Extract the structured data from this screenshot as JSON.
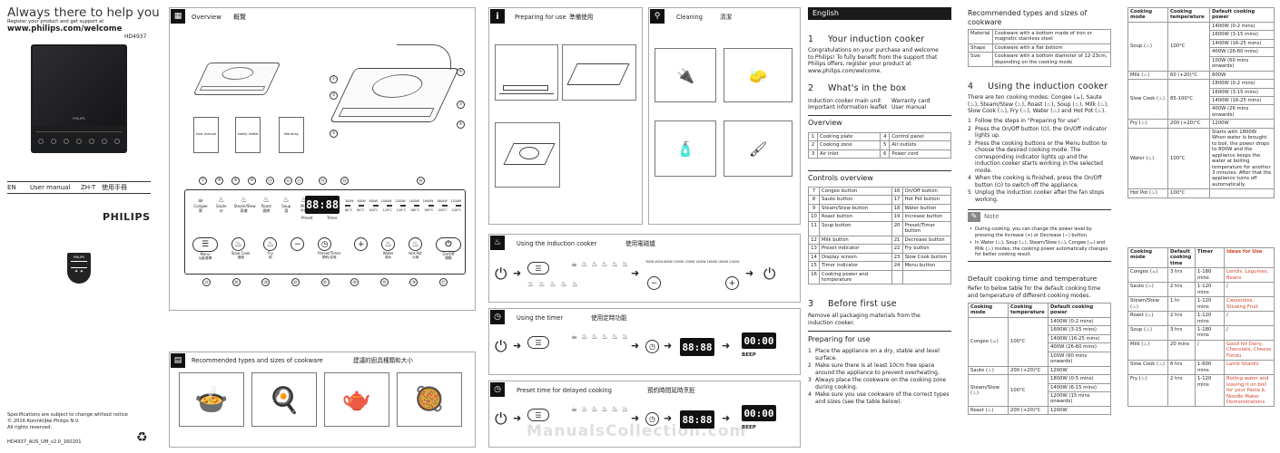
{
  "cover": {
    "headline": "Always there to help you",
    "register": "Register your product and get support at",
    "url": "www.philips.com/welcome",
    "model": "HD4937",
    "lang_en": "EN",
    "manual_en": "User manual",
    "lang_zh": "ZH-T",
    "manual_zh": "使用手冊",
    "brand": "PHILIPS",
    "shield_brand": "PHILIPS",
    "spec_note": "Specifications are subject to change without notice",
    "copyright": "© 2016 Koninklijke Philips N.V.",
    "rights": "All rights reserved.",
    "doc_code": "HD4937_AUS_UM_v2.0_160201",
    "cooktop_brand": "PHILIPS"
  },
  "overview": {
    "title": "Overview",
    "title_zh": "概覽",
    "leaflets": [
      "User manual",
      "Safety leaflet",
      "Warranty"
    ],
    "callouts": [
      "①",
      "②",
      "③",
      "④",
      "⑤",
      "⑥"
    ]
  },
  "preparing": {
    "title": "Preparing for use",
    "title_zh": "準備使用"
  },
  "cleaning": {
    "title": "Cleaning",
    "title_zh": "清潔"
  },
  "panel": {
    "top_nums": [
      "⑦",
      "⑧",
      "⑨",
      "⑩",
      "⑪",
      "⑫",
      "⑬",
      "⑭",
      "⑮",
      "⑯"
    ],
    "modes": [
      {
        "en": "Congee",
        "zh": "粥"
      },
      {
        "en": "Saute",
        "zh": "炒"
      },
      {
        "en": "Steam/Stew",
        "zh": "蒸燉"
      },
      {
        "en": "Roast",
        "zh": "燒烤"
      },
      {
        "en": "Soup",
        "zh": "湯"
      },
      {
        "en": "Milk",
        "zh": "牛奶"
      }
    ],
    "display": "88:88",
    "preset": "Preset",
    "timer": "Timer",
    "preset_zh": "預約",
    "timer_zh": "定時",
    "powers": [
      "300W",
      "400W",
      "800W",
      "1000W",
      "1200W",
      "1400W",
      "1600W",
      "1800W",
      "2100W"
    ],
    "temps": [
      "60°C",
      "80°C",
      "100°C",
      "120°C",
      "140°C",
      "160°C",
      "180°C",
      "200°C",
      "240°C"
    ],
    "buttons": [
      {
        "en": "Menu",
        "zh": "功能選擇"
      },
      {
        "en": "Slow Cook",
        "zh": "慢燉"
      },
      {
        "en": "Fry",
        "zh": "煎"
      },
      {
        "en": "",
        "zh": ""
      },
      {
        "en": "Preset/Timer",
        "zh": "預約/定時"
      },
      {
        "en": "",
        "zh": ""
      },
      {
        "en": "Water",
        "zh": "燒水"
      },
      {
        "en": "Hot Pot",
        "zh": "火鍋"
      },
      {
        "en": "On/Off",
        "zh": "開關"
      }
    ],
    "bottom_nums": [
      "㉓",
      "㉔",
      "㉕",
      "㉒",
      "㉑",
      "⑳",
      "⑲",
      "⑱",
      "⑰"
    ]
  },
  "using": {
    "title": "Using the induction cooker",
    "title_zh": "使用電磁爐"
  },
  "timer_sec": {
    "title": "Using the timer",
    "title_zh": "使用定時功能",
    "display": "00:00",
    "beep": "BEEP"
  },
  "preset_sec": {
    "title": "Preset time for delayed cooking",
    "title_zh": "預約時間延時烹飪",
    "display": "00:00",
    "beep": "BEEP"
  },
  "cookware": {
    "title": "Recommended types and sizes of cookware",
    "title_zh": "建議的廚具種類和大小"
  },
  "english": {
    "lang": "English",
    "s1_num": "1",
    "s1": "Your induction cooker",
    "s1_text": "Congratulations on your purchase and welcome to Philips! To fully benefit from the support that Philips offers, register your product at www.philips.com/welcome.",
    "s2_num": "2",
    "s2": "What's in the box",
    "box_items": [
      "Induction cooker main unit",
      "Warranty card",
      "Important information leaflet",
      "User manual"
    ],
    "ov_title": "Overview",
    "ov_rows": [
      [
        "1",
        "Cooking plate",
        "4",
        "Control panel"
      ],
      [
        "2",
        "Cooking zone",
        "5",
        "Air outlets"
      ],
      [
        "3",
        "Air inlet",
        "6",
        "Power cord"
      ]
    ],
    "cov_title": "Controls overview",
    "cov_rows": [
      [
        "7",
        "Congee button",
        "16",
        "On/Off button"
      ],
      [
        "8",
        "Saute button",
        "17",
        "Hot Pot button"
      ],
      [
        "9",
        "Steam/Stew button",
        "18",
        "Water button"
      ],
      [
        "10",
        "Roast button",
        "19",
        "Increase button"
      ],
      [
        "11",
        "Soup button",
        "20",
        "Preset/Timer button"
      ],
      [
        "12",
        "Milk button",
        "21",
        "Decrease button"
      ],
      [
        "13",
        "Preset indicator",
        "22",
        "Fry button"
      ],
      [
        "14",
        "Display screen",
        "23",
        "Slow Cook button"
      ],
      [
        "15",
        "Timer indicator",
        "24",
        "Menu button"
      ],
      [
        "16",
        "Cooking power and temperature",
        "",
        ""
      ]
    ],
    "s3_num": "3",
    "s3": "Before first use",
    "s3_text": "Remove all packaging materials from the induction cooker.",
    "prep_title": "Preparing for use",
    "prep_steps": [
      "Place the appliance on a dry, stable and level surface.",
      "Make sure there is at least 10cm free space around the appliance to prevent overheating.",
      "Always place the cookware on the cooking zone during cooking.",
      "Make sure you use cookware of the correct types and sizes (see the table below)."
    ]
  },
  "col3": {
    "rec_title": "Recommended types and sizes of cookware",
    "rec_rows": [
      [
        "Material",
        "Cookware with a bottom made of iron or magnetic stainless steel"
      ],
      [
        "Shape",
        "Cookware with a flat bottom"
      ],
      [
        "Size",
        "Cookware with a bottom diameter of 12-23cm, depending on the cooking mode"
      ]
    ],
    "s4_num": "4",
    "s4": "Using the induction cooker",
    "s4_text": "There are ten cooking modes: Congee (☕), Saute (♨), Steam/Stew (♨), Roast (♨), Soup (♨), Milk (♨), Slow Cook (♨), Fry (♨), Water (♨) and Hot Pot (♨).",
    "steps": [
      "Follow the steps in \"Preparing for use\".",
      "Press the On/Off button (⏻), the On/Off indicator lights up.",
      "Press the cooking buttons or the Menu button to choose the desired cooking mode. The corresponding indicator lights up and the induction cooker starts working in the selected mode.",
      "When the cooking is finished, press the On/Off button (⏻) to switch off the appliance.",
      "Unplug the induction cooker after the fan stops working."
    ],
    "note_label": "Note",
    "notes": [
      "During cooking, you can change the power level by pressing the Increase (+) or Decrease (−) button.",
      "In Water (♨), Soup (♨), Steam/Stew (♨), Congee (☕) and Milk (♨) modes, the cooking power automatically changes for better cooking result."
    ],
    "dt_title": "Default cooking time and temperature",
    "dt_text": "Refer to below table for the default cooking time and temperature of different cooking modes.",
    "headers": [
      "Cooking mode",
      "Cooking temperature",
      "Default cooking power"
    ],
    "congee": "Congee (☕)",
    "c_temp": "100°C",
    "c_pow": [
      "1400W (0-2 mins)",
      "1600W (3-15 mins)",
      "1400W (16-25 mins)",
      "400W (26-60 mins)",
      "100W (60 mins onwards)"
    ],
    "saute": "Saute (♨)",
    "s_temp": "200 (+20)°C",
    "s_pow": "1200W",
    "steam": "Steam/Stew (♨)",
    "st_temp": "100°C",
    "st_pow": [
      "1800W (0-5 mins)",
      "1400W (6-15 mins)",
      "1200W (15 mins onwards)"
    ],
    "roast": "Roast (♨)",
    "r_temp": "200 (+20)°C",
    "r_pow": "1200W"
  },
  "col4": {
    "headers": [
      "Cooking mode",
      "Cooking temperature",
      "Default cooking power"
    ],
    "soup": "Soup (♨)",
    "soup_t": "100°C",
    "soup_p": [
      "1400W (0-2 mins)",
      "1600W (3-15 mins)",
      "1400W (16-25 mins)",
      "400W (26-60 mins)",
      "100W (60 mins onwards)"
    ],
    "milk": "Milk (♨)",
    "milk_t": "60 (+20)°C",
    "milk_p": "800W",
    "slow": "Slow Cook (♨)",
    "slow_t": "85-100°C",
    "slow_p": [
      "1800W (0-2 mins)",
      "1600W (3-15 mins)",
      "1400W (16-25 mins)",
      "400W (26 mins onwards)"
    ],
    "fry": "Fry (♨)",
    "fry_t": "200 (+20)°C",
    "fry_p": "1200W",
    "water": "Water (♨)",
    "water_t": "100°C",
    "water_p": "Starts with 1800W. When water is brought to boil, the power drops to 800W and the appliance keeps the water at boiling temperature for another 3 minutes. After that the appliance turns off automatically.",
    "hotpot": "Hot Pot (♨)",
    "hotpot_t": "100°C",
    "h2": [
      "Cooking mode",
      "Default cooking time",
      "Timer",
      "Ideas for Use"
    ],
    "rows": [
      [
        "Congee (☕)",
        "3 hrs",
        "1-180 mins",
        "Lentils, Legumes, Beans"
      ],
      [
        "Saute (♨)",
        "2 hrs",
        "1-120 mins",
        "/"
      ],
      [
        "Steam/Stew (♨)",
        "1 hr",
        "1-120 mins",
        "Casseroles, Stewing Fruit"
      ],
      [
        "Roast (♨)",
        "2 hrs",
        "1-120 mins",
        "/"
      ],
      [
        "Soup (♨)",
        "3 hrs",
        "1-180 mins",
        "/"
      ],
      [
        "Milk (♨)",
        "20 mins",
        "/",
        "Good for Dairy, Chocolate, Cheese Fondu"
      ],
      [
        "Slow Cook (♨)",
        "6 hrs",
        "1-600 mins",
        "Lamb Shanks"
      ],
      [
        "Fry (♨)",
        "2 hrs",
        "1-120 mins",
        "Boiling water and leaving it on boil for your Pasta & Noodle Maker Demonstrations"
      ]
    ]
  },
  "watermark": "ManualsCollection.com"
}
